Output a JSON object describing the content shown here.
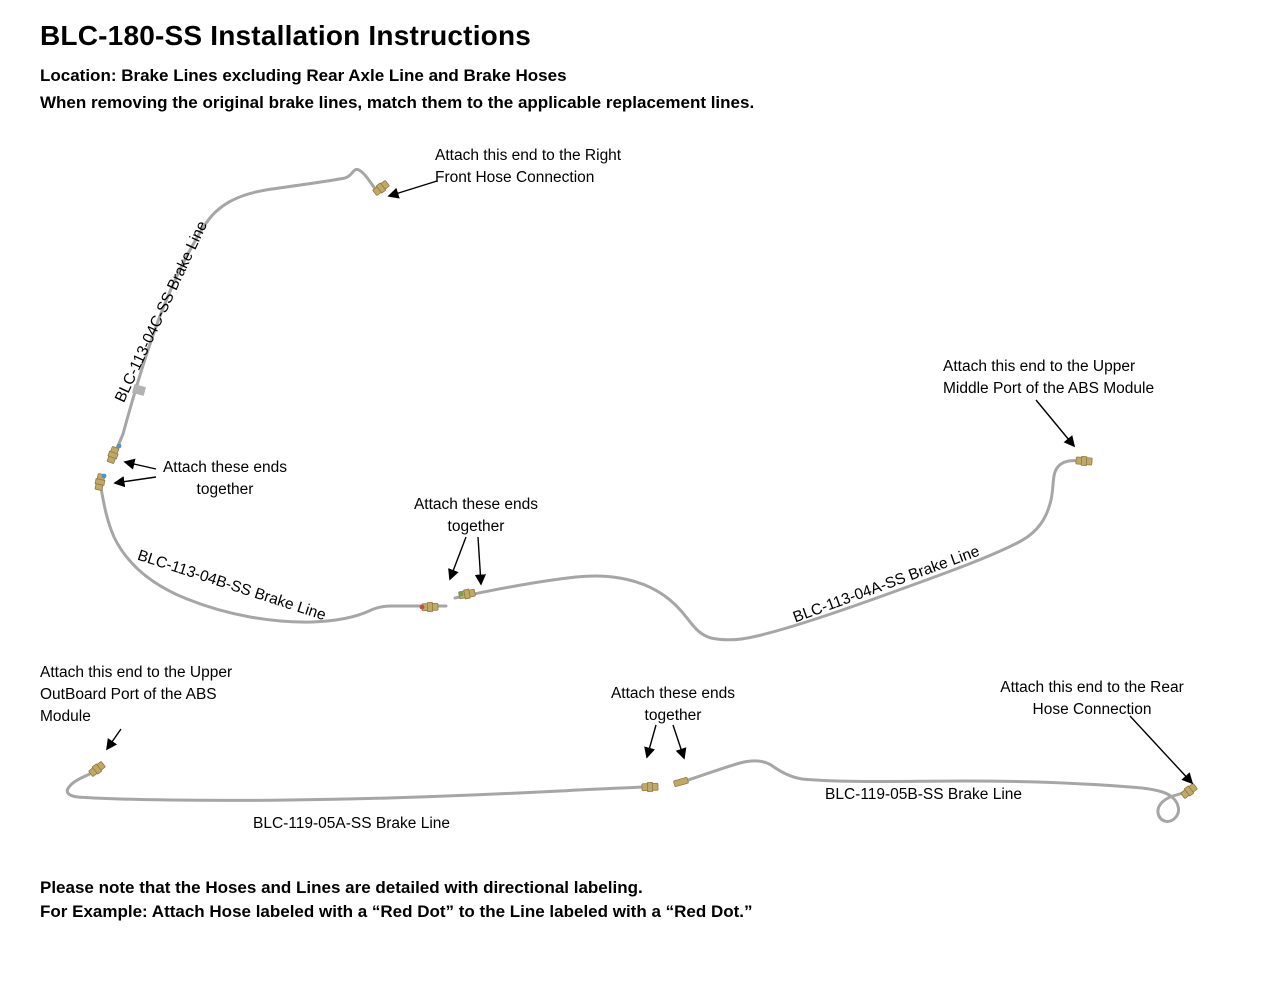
{
  "page": {
    "title": "BLC-180-SS Installation Instructions",
    "location_line": "Location: Brake Lines excluding Rear Axle Line and Brake Hoses",
    "removal_note": "When removing the original brake lines, match them to the applicable replacement lines.",
    "footer_note_1": "Please note that the Hoses and Lines are detailed with directional labeling.",
    "footer_note_2": "For Example: Attach Hose labeled with a “Red Dot” to the Line labeled with a “Red Dot.”"
  },
  "line_labels": {
    "blc_113_04c": "BLC-113-04C-SS Brake Line",
    "blc_113_04b": "BLC-113-04B-SS Brake Line",
    "blc_113_04a": "BLC-113-04A-SS Brake Line",
    "blc_119_05a": "BLC-119-05A-SS Brake Line",
    "blc_119_05b": "BLC-119-05B-SS Brake Line"
  },
  "annotations": {
    "right_front_hose": "Attach this end to the Right Front Hose Connection",
    "upper_middle_abs": "Attach this end to the Upper Middle Port of the ABS Module",
    "ends_together_left": "Attach these ends together",
    "ends_together_middle": "Attach these ends together",
    "upper_outboard_abs": "Attach this end to the Upper OutBoard Port of the ABS Module",
    "ends_together_bottom": "Attach these ends together",
    "rear_hose": "Attach this end to the Rear Hose Connection"
  },
  "colors": {
    "line": "#a6a6a6",
    "fitting": "#c0a868",
    "fitting_stroke": "#8f7a3f",
    "arrow": "#000000",
    "dot_blue": "#4f94cd",
    "dot_red": "#c0504d",
    "dot_green": "#77a043"
  }
}
